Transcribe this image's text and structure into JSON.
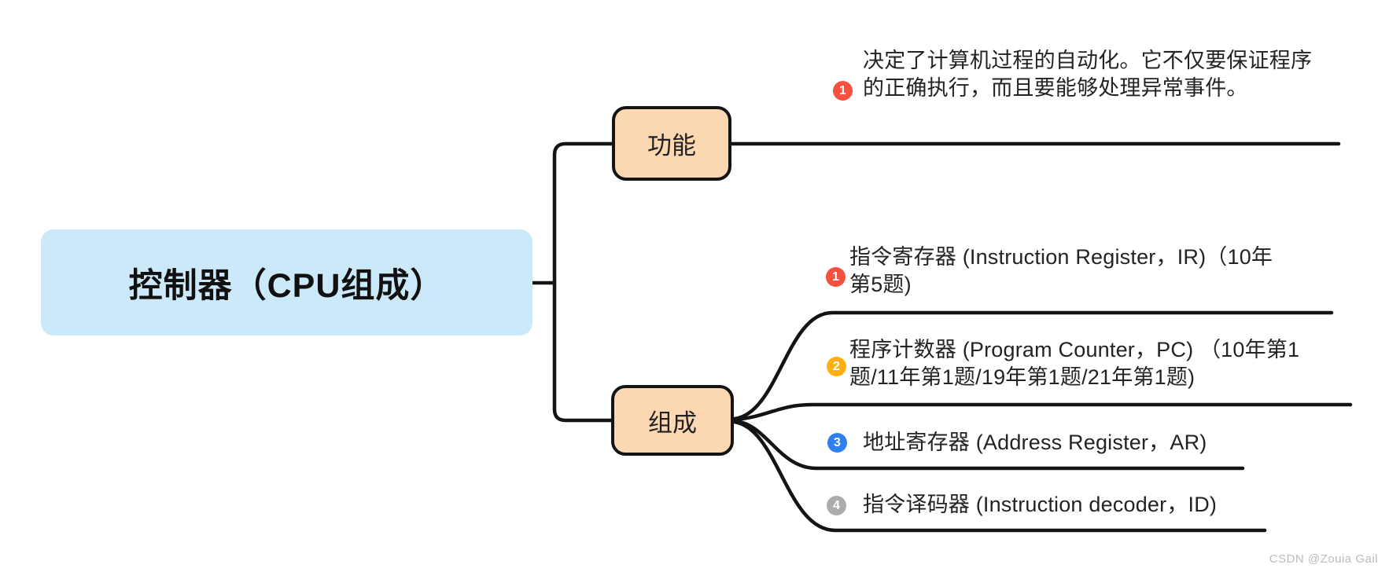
{
  "diagram": {
    "root": {
      "label": "控制器（CPU组成）"
    },
    "branch_function": {
      "label": "功能",
      "note": {
        "num": "1",
        "text": "决定了计算机过程的自动化。它不仅要保证程序\n的正确执行，而且要能够处理异常事件。"
      }
    },
    "branch_composition": {
      "label": "组成",
      "items": [
        {
          "num": "1",
          "text": "指令寄存器 (Instruction Register，IR)（10年\n第5题)"
        },
        {
          "num": "2",
          "text": "程序计数器 (Program Counter，PC) （10年第1\n题/11年第1题/19年第1题/21年第1题)"
        },
        {
          "num": "3",
          "text": "地址寄存器 (Address Register，AR)"
        },
        {
          "num": "4",
          "text": "指令译码器 (Instruction decoder，ID)"
        }
      ]
    },
    "colors": {
      "root_bg": "#CBE9F9",
      "topic_bg": "#FBD7B2",
      "line": "#141414",
      "badge_red": "#F8503F",
      "badge_amber": "#FFAF0F",
      "badge_blue": "#2F7FEF",
      "badge_gray": "#ACACAC"
    },
    "watermark": "CSDN @Zouia Gail"
  }
}
